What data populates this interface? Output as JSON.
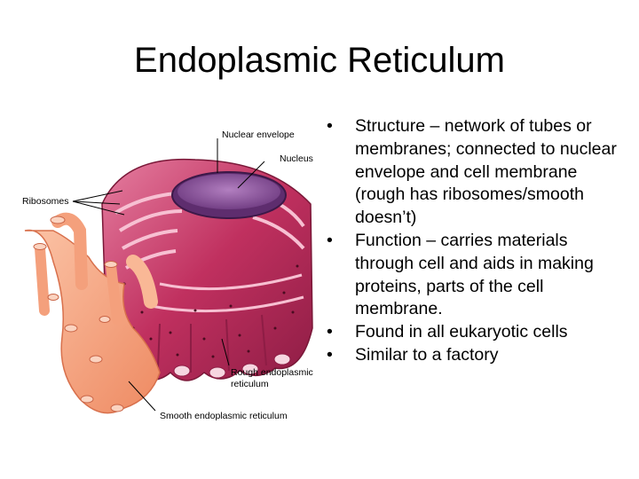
{
  "slide": {
    "title": "Endoplasmic Reticulum",
    "bullet_glyph": "•",
    "bullets": [
      "Structure – network of tubes or membranes; connected to nuclear envelope and cell membrane (rough has ribosomes/smooth doesn’t)",
      "Function – carries materials through cell and aids in making proteins, parts of the cell membrane.",
      "Found in all eukaryotic cells",
      "Similar to a factory"
    ]
  },
  "figure": {
    "labels": {
      "nuclear_envelope": "Nuclear envelope",
      "nucleus": "Nucleus",
      "ribosomes": "Ribosomes",
      "rough_er_line1": "Rough endoplasmic",
      "rough_er_line2": "reticulum",
      "smooth_er": "Smooth endoplasmic reticulum"
    },
    "colors": {
      "rough_er": "#c0305f",
      "rough_er_light": "#e07090",
      "nucleus": "#8a4d9a",
      "smooth_er": "#f4a07c",
      "smooth_er_dark": "#e07a5a"
    }
  }
}
